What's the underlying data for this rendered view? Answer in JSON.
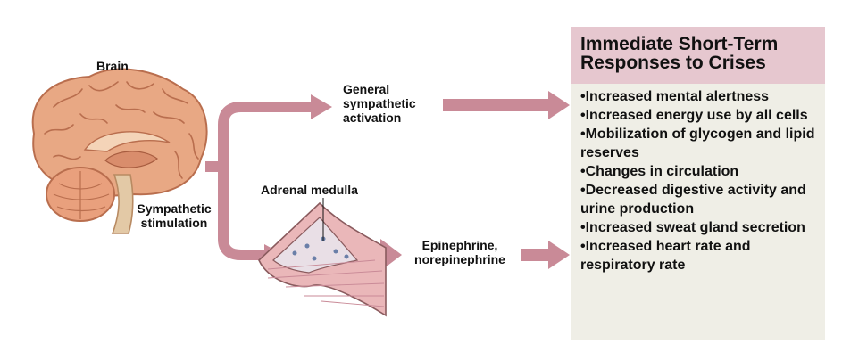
{
  "labels": {
    "brain": "Brain",
    "general_activation": "General sympathetic activation",
    "adrenal_medulla": "Adrenal medulla",
    "sympathetic_stimulation": "Sympathetic stimulation",
    "epinephrine": "Epinephrine, norepinephrine"
  },
  "panel": {
    "title": "Immediate Short-Term Responses to Crises",
    "items": [
      "•Increased mental alertness",
      "•Increased energy use by all cells",
      "•Mobilization of glycogen and lipid reserves",
      "•Changes in circulation",
      "•Decreased digestive activity and urine production",
      "•Increased sweat gland secretion",
      "•Increased heart rate and respiratory rate"
    ]
  },
  "colors": {
    "arrow": "#c98a97",
    "panel_header": "#e6c7cf",
    "panel_body": "#efeee6",
    "brain": "#e8a884",
    "adrenal": "#eab7b9"
  }
}
